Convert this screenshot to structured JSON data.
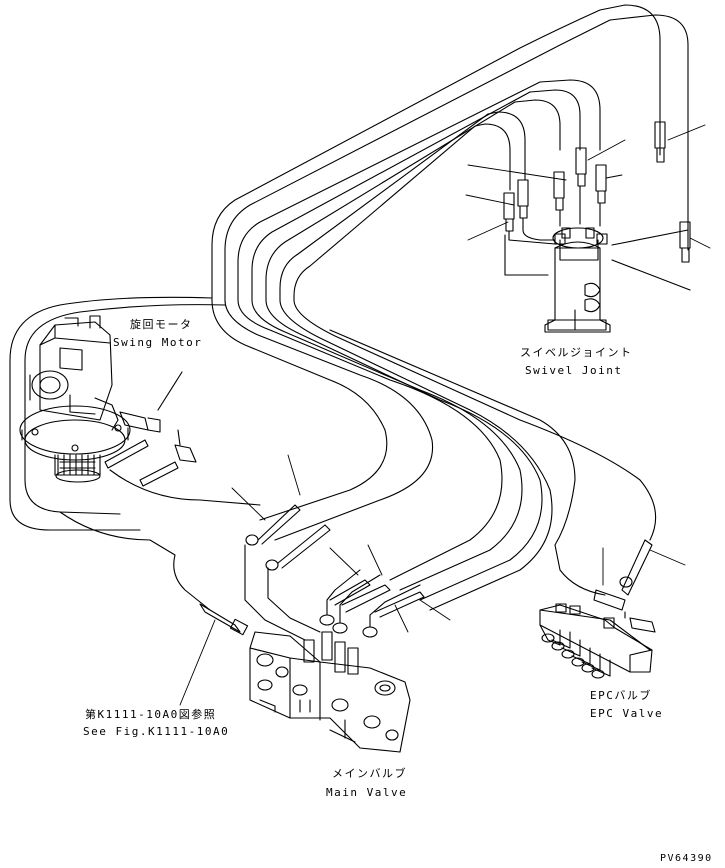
{
  "labels": {
    "swing_motor_jp": "旋回モータ",
    "swing_motor_en": "Swing Motor",
    "swivel_joint_jp": "スイベルジョイント",
    "swivel_joint_en": "Swivel Joint",
    "epc_valve_jp": "EPCバルブ",
    "epc_valve_en": "EPC Valve",
    "see_fig_jp": "第K1111-10A0図参照",
    "see_fig_en": "See Fig.K1111-10A0",
    "main_valve_jp": "メインバルブ",
    "main_valve_en": "Main Valve",
    "drawing_code": "PV64390"
  }
}
